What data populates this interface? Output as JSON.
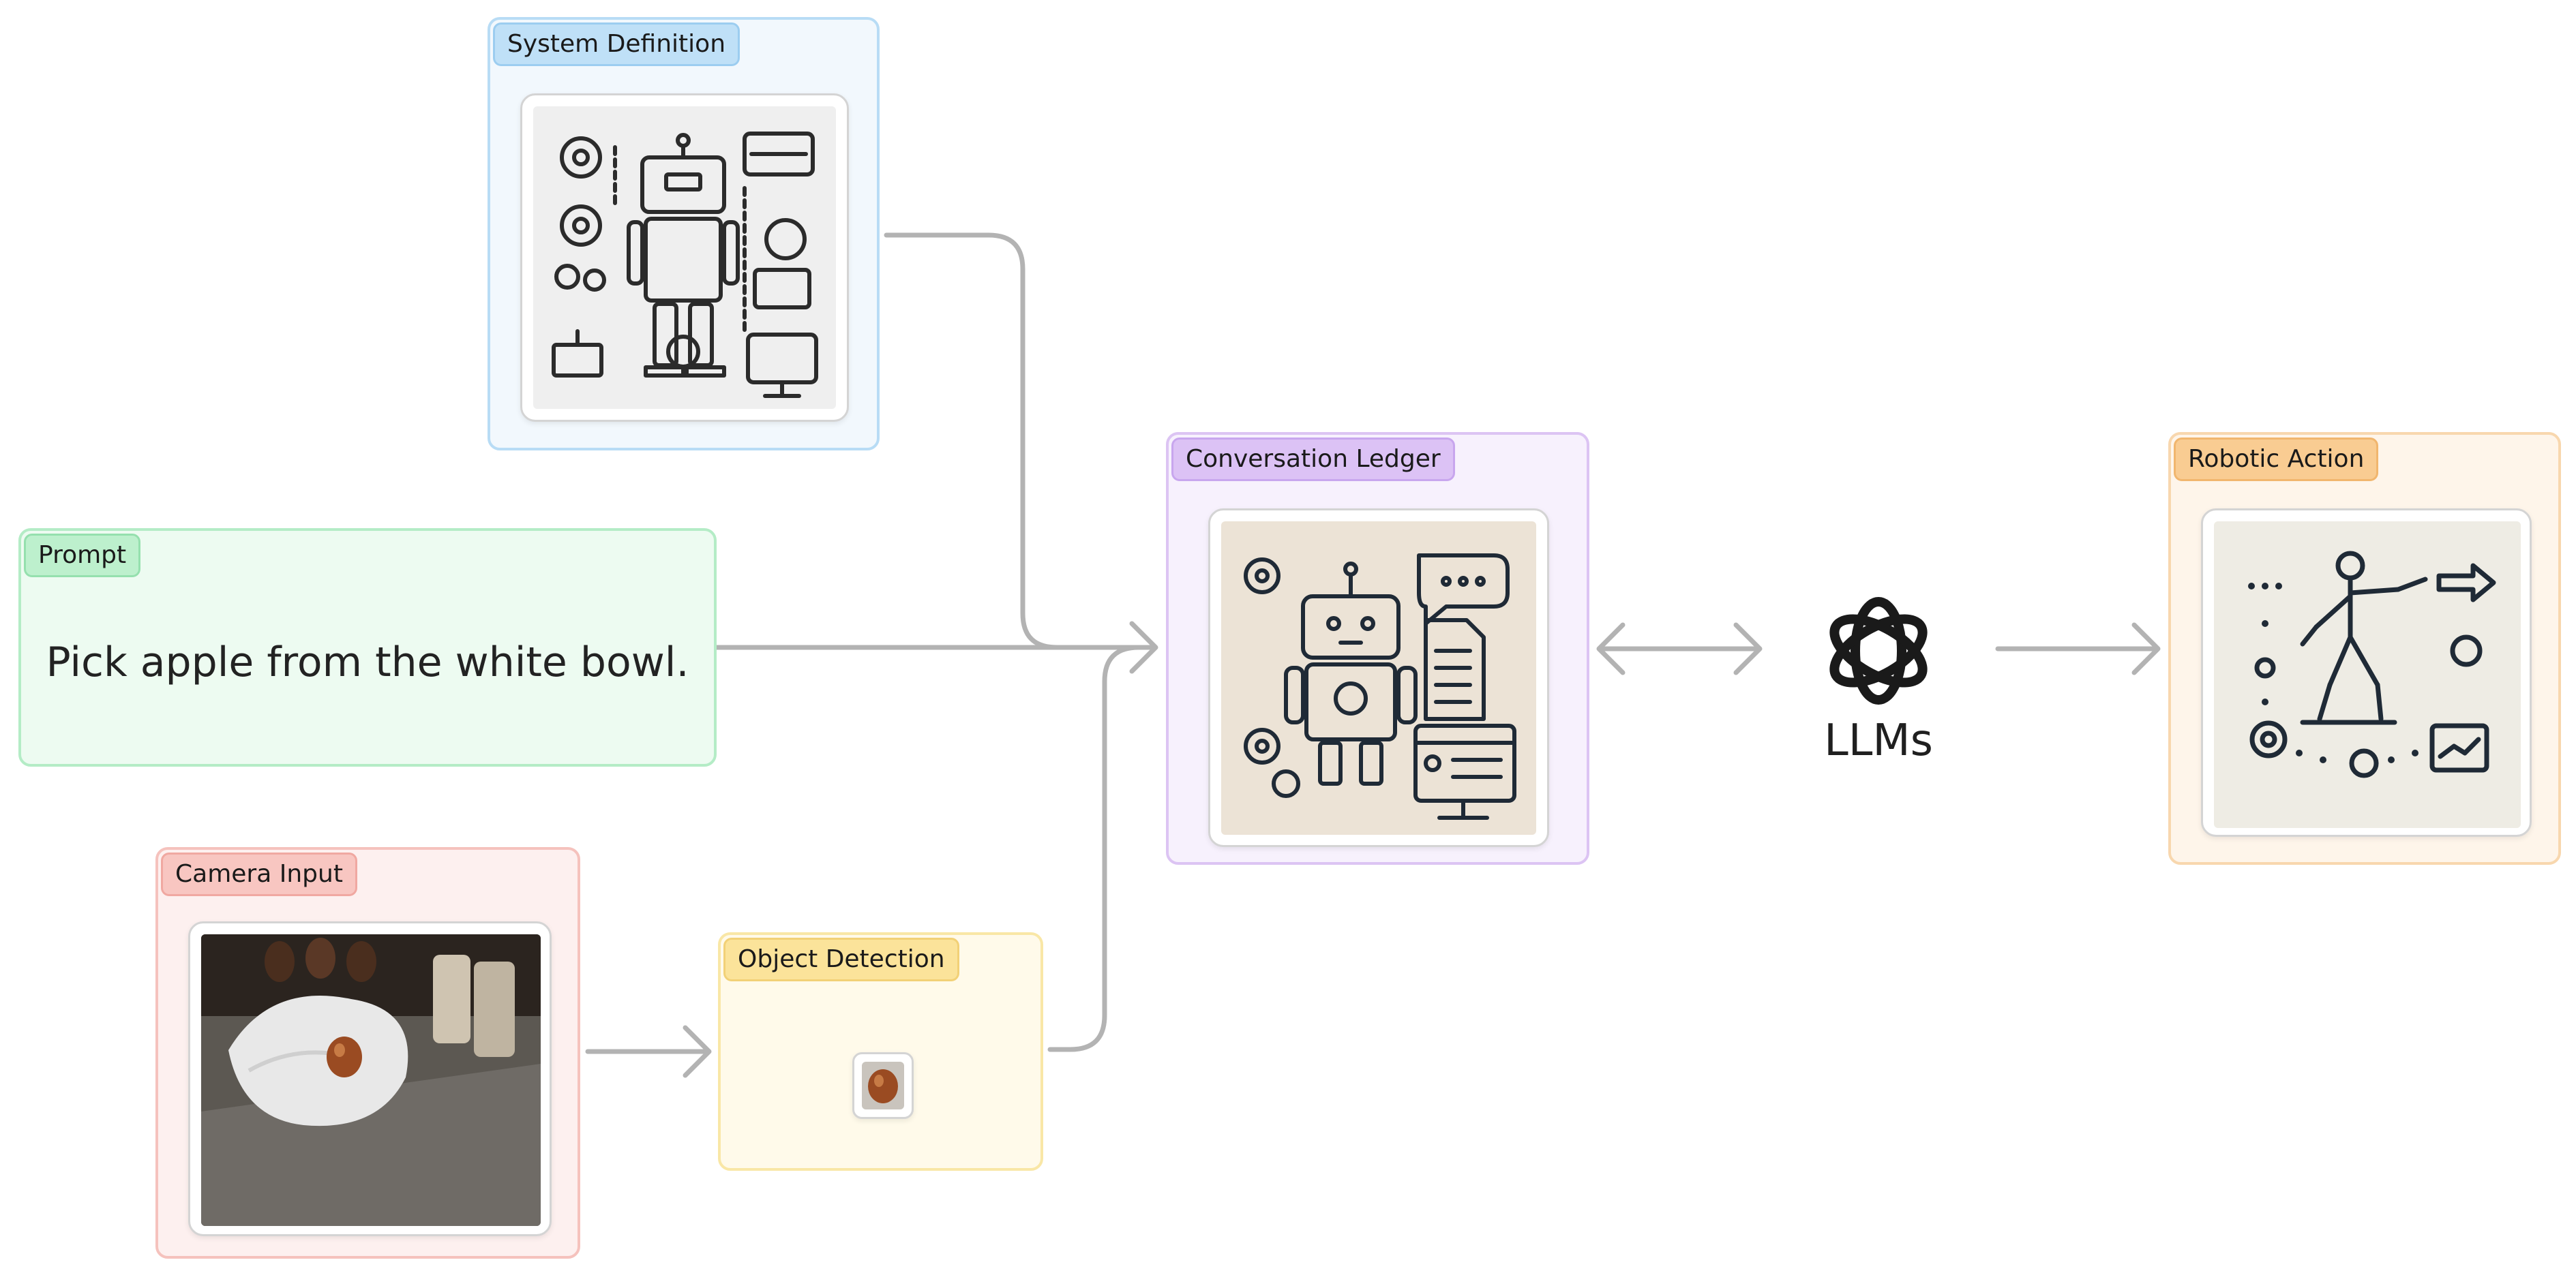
{
  "system_definition": {
    "title": "System Definition"
  },
  "prompt": {
    "title": "Prompt",
    "text": "Pick apple from the white bowl."
  },
  "camera_input": {
    "title": "Camera Input"
  },
  "object_detection": {
    "title": "Object Detection"
  },
  "conversation_ledger": {
    "title": "Conversation Ledger"
  },
  "llms": {
    "label": "LLMs",
    "icon": "openai-logo-icon"
  },
  "robotic_action": {
    "title": "Robotic Action"
  },
  "colors": {
    "system_definition": "#a9d6f5",
    "prompt": "#a8e6bd",
    "camera_input": "#f5b5b0",
    "object_detection": "#f5dc86",
    "conversation_ledger": "#d4b5f0",
    "robotic_action": "#f7c987",
    "connector": "#b3b3b3"
  }
}
